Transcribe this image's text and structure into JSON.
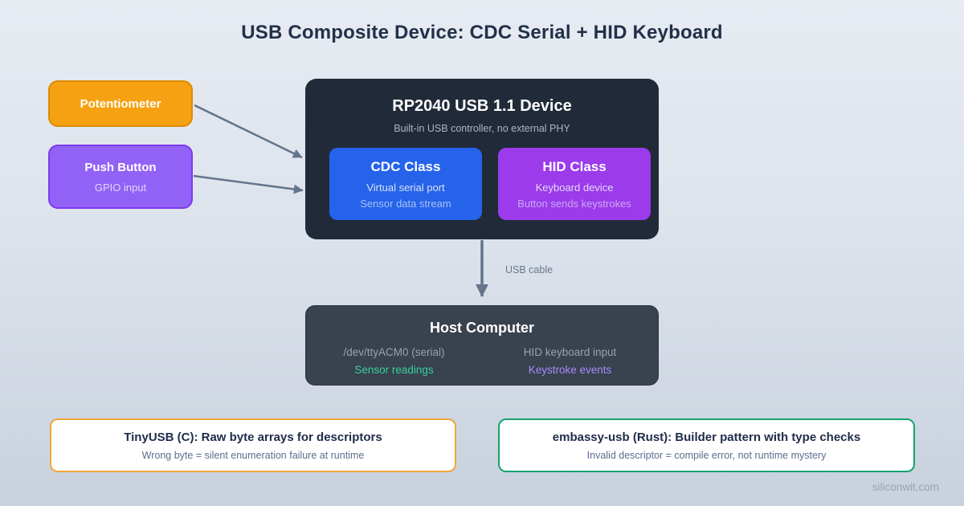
{
  "title": "USB Composite Device: CDC Serial + HID Keyboard",
  "inputs": {
    "potentiometer": {
      "label": "Potentiometer"
    },
    "push_button": {
      "label": "Push Button",
      "sublabel": "GPIO input"
    }
  },
  "device": {
    "title": "RP2040 USB 1.1 Device",
    "subtitle": "Built-in USB controller, no external PHY",
    "cdc": {
      "title": "CDC Class",
      "line1": "Virtual serial port",
      "line2": "Sensor data stream"
    },
    "hid": {
      "title": "HID Class",
      "line1": "Keyboard device",
      "line2": "Button sends keystrokes"
    }
  },
  "cable_label": "USB cable",
  "host": {
    "title": "Host Computer",
    "columns": [
      {
        "line1": "/dev/ttyACM0 (serial)",
        "line2": "Sensor readings"
      },
      {
        "line1": "HID keyboard input",
        "line2": "Keystroke events"
      }
    ]
  },
  "notes": {
    "tinyusb": {
      "title": "TinyUSB (C): Raw byte arrays for descriptors",
      "subtitle": "Wrong byte = silent enumeration failure at runtime"
    },
    "embassy": {
      "title": "embassy-usb (Rust): Builder pattern with type checks",
      "subtitle": "Invalid descriptor = compile error, not runtime mystery"
    }
  },
  "watermark": "siliconwit.com",
  "colors": {
    "background_top": "#E7EBF2",
    "background_bottom": "#C8D1DD",
    "title_text": "#223049",
    "potentiometer_fill": "#F6A112",
    "push_button_fill": "#9262F7",
    "device_fill": "#212A38",
    "cdc_fill": "#2563EB",
    "hid_fill": "#9B3BEB",
    "host_fill": "#39424F",
    "arrow": "#64748B",
    "sensor_readings_accent": "#34D399",
    "keystroke_events_accent": "#A78BFA",
    "tinyusb_border": "#F0A63A",
    "embassy_border": "#16A36E"
  }
}
